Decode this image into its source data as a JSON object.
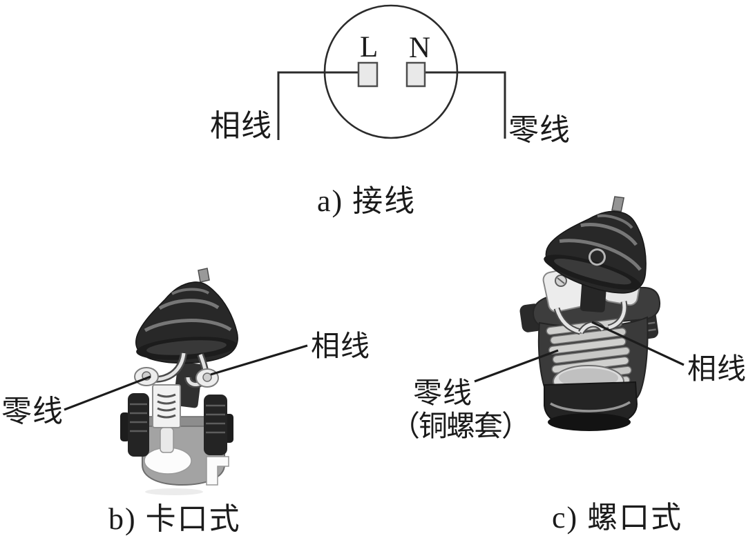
{
  "colors": {
    "ink": "#1b1b1b",
    "line": "#2b2b2b",
    "terminal_fill": "#e9e9e9",
    "photo_dark": "#282828",
    "photo_mid": "#a3a3a3",
    "photo_light": "#f1f1f1"
  },
  "wiring": {
    "terminal_left": "L",
    "terminal_right": "N",
    "phase_label": "相线",
    "neutral_label": "零线",
    "caption": "a) 接线"
  },
  "bayonet": {
    "neutral_label": "零线",
    "phase_label": "相线",
    "caption": "b) 卡口式"
  },
  "screw": {
    "neutral_label": "零线",
    "neutral_note": "（铜螺套）",
    "phase_label": "相线",
    "caption": "c) 螺口式"
  }
}
